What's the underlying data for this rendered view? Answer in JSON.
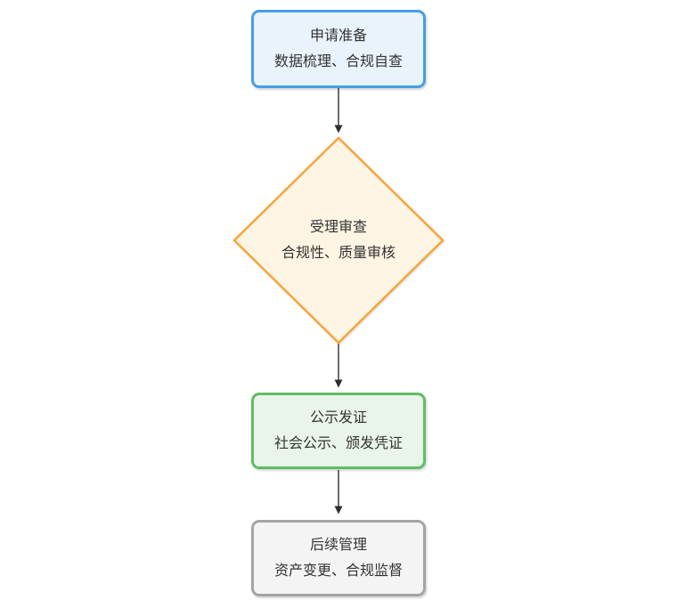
{
  "page": {
    "background": "#ffffff"
  },
  "flowchart": {
    "text_color": "#333333",
    "arrow_color": "#4a4a4a",
    "arrowhead_color": "#2e2e2e",
    "nodes": [
      {
        "id": "prepare",
        "shape": "rounded-rect",
        "title": "申请准备",
        "subtitle": "数据梳理、合规自查",
        "border": "#459ee9",
        "fill": "#e8f3fc"
      },
      {
        "id": "review",
        "shape": "diamond",
        "title": "受理审查",
        "subtitle": "合规性、质量审核",
        "border": "#f6a63c",
        "fill": "#fdf4e3"
      },
      {
        "id": "publish",
        "shape": "rounded-rect",
        "title": "公示发证",
        "subtitle": "社会公示、颁发凭证",
        "border": "#5fbe63",
        "fill": "#e9f5ea"
      },
      {
        "id": "manage",
        "shape": "rounded-rect",
        "title": "后续管理",
        "subtitle": "资产变更、合规监督",
        "border": "#a4a4a4",
        "fill": "#f4f4f4"
      }
    ],
    "edges": [
      {
        "from": "prepare",
        "to": "review"
      },
      {
        "from": "review",
        "to": "publish"
      },
      {
        "from": "publish",
        "to": "manage"
      }
    ]
  }
}
